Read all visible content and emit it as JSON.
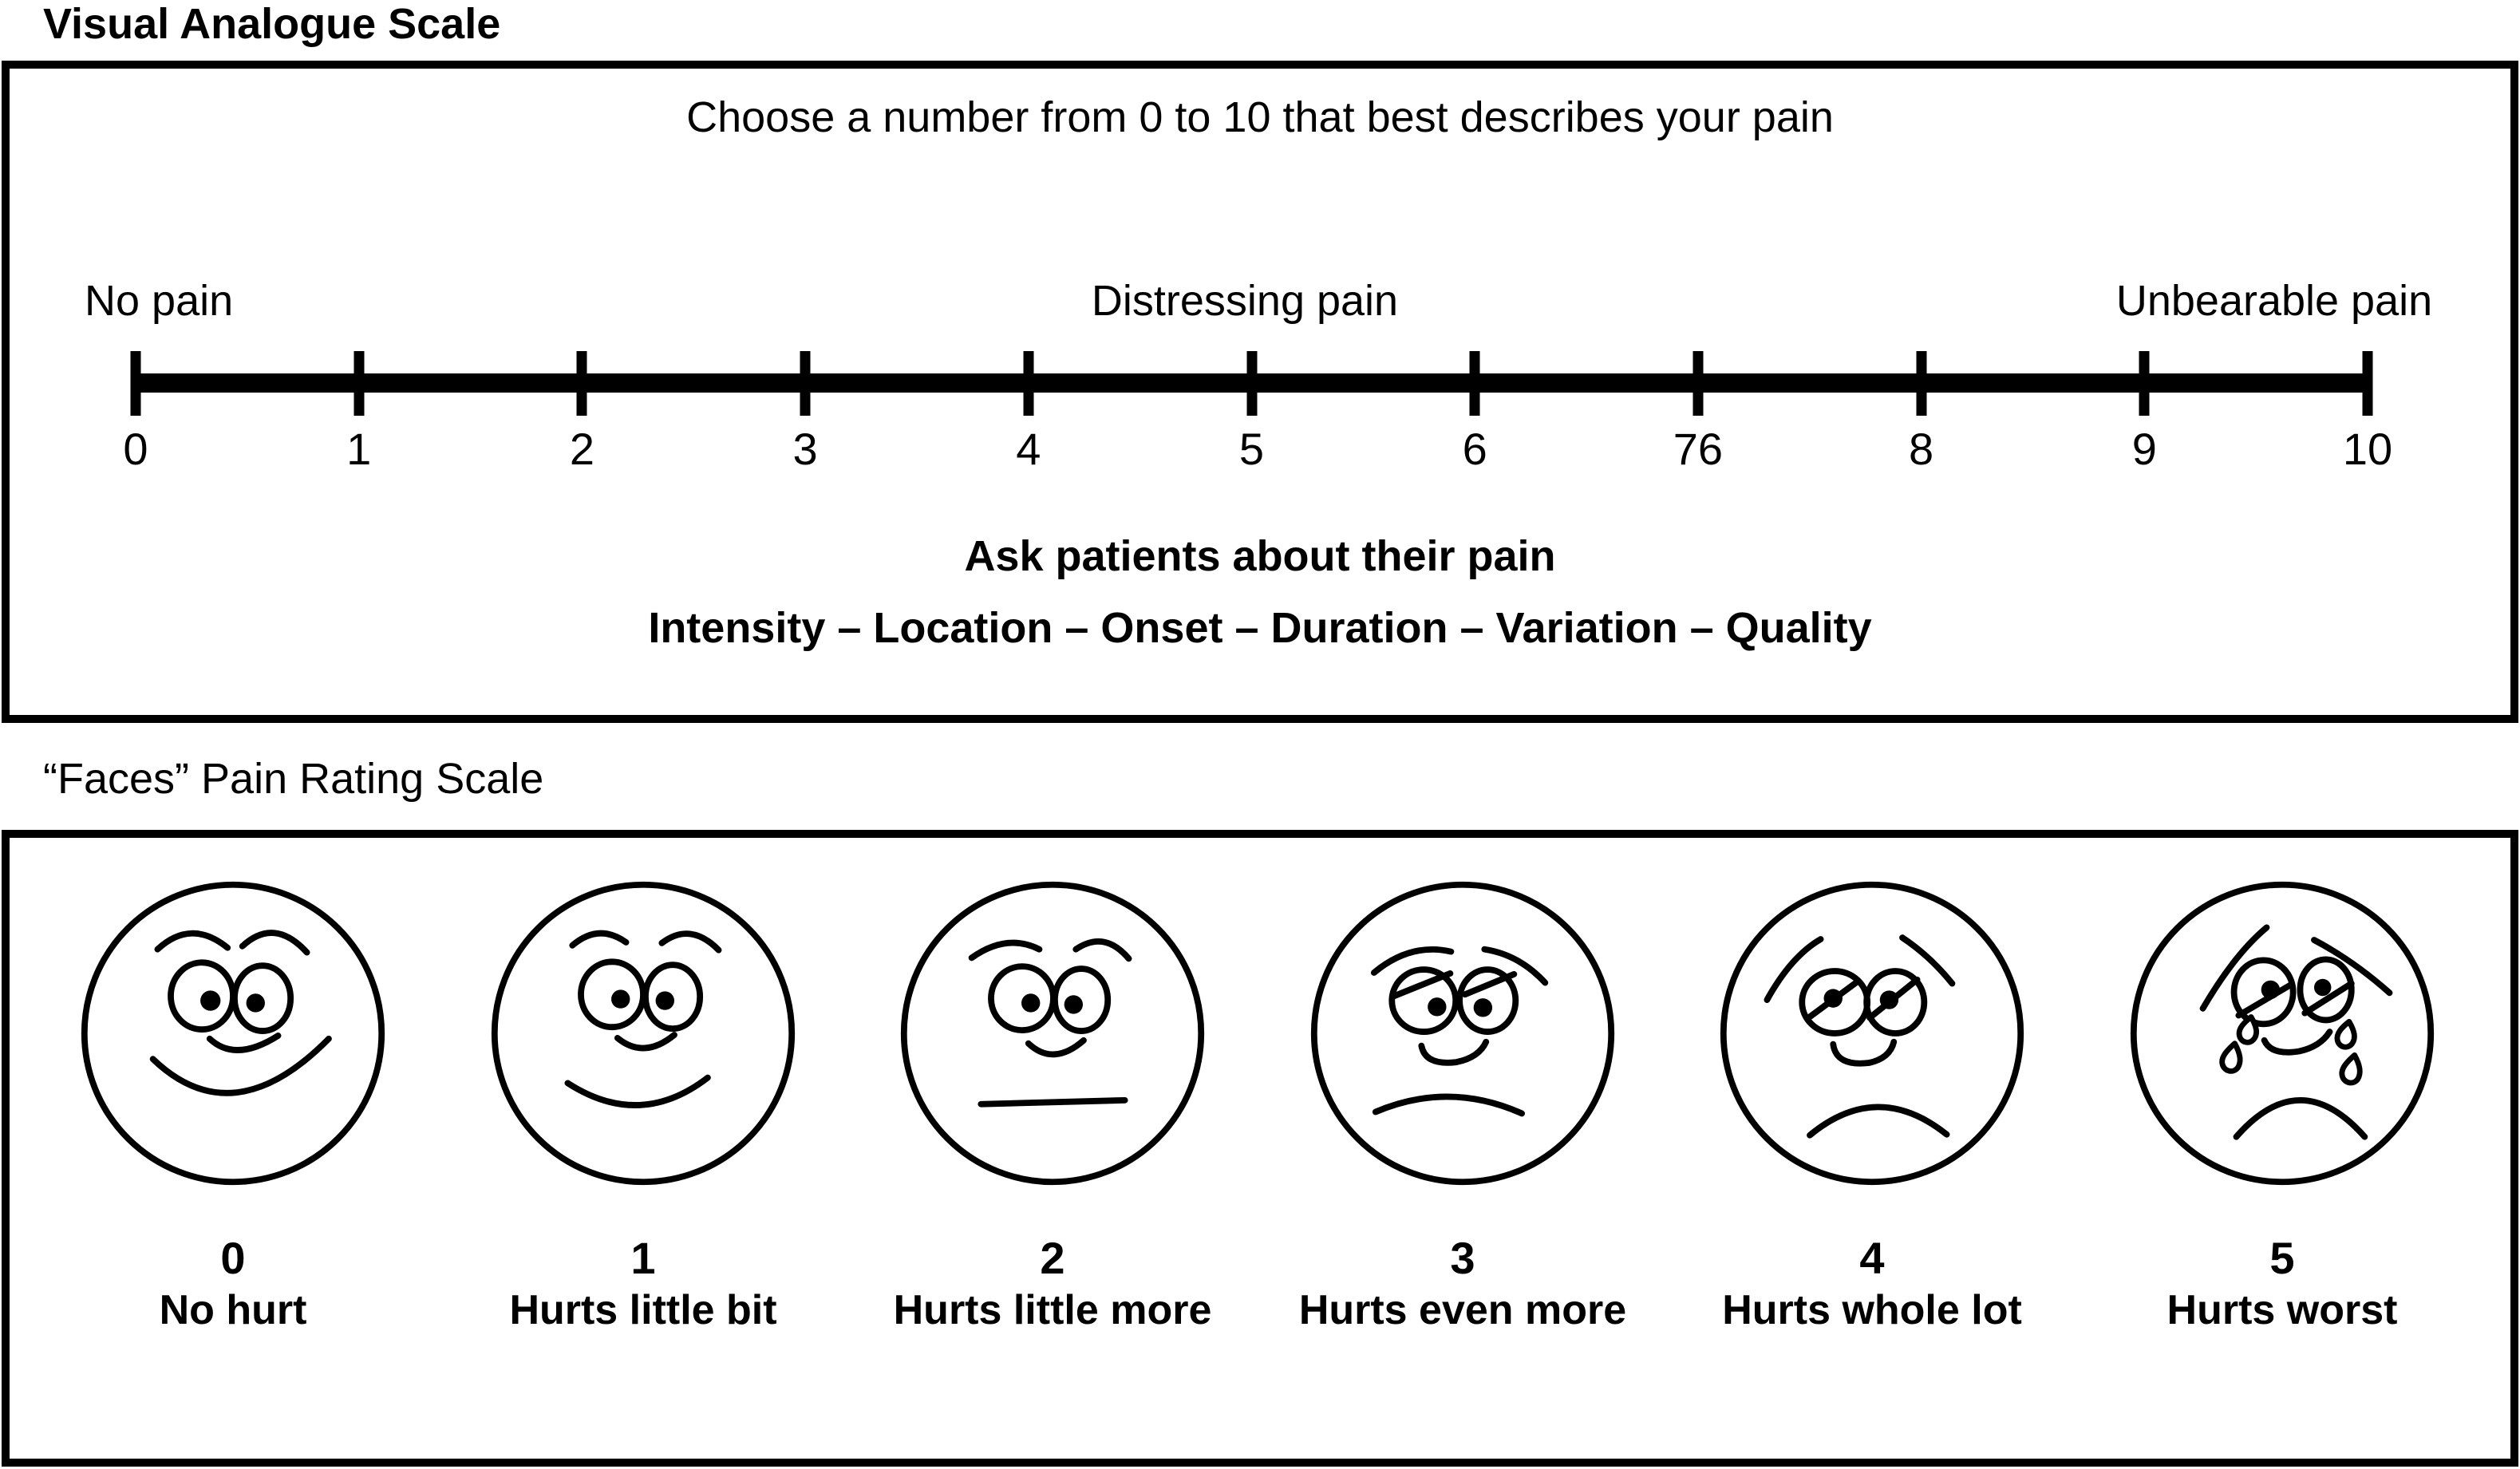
{
  "page": {
    "background": "#ffffff",
    "ink": "#000000"
  },
  "vas": {
    "title": "Visual Analogue Scale",
    "instruction": "Choose a number from 0 to 10 that best describes your pain",
    "anchor_left": "No pain",
    "anchor_middle": "Distressing pain",
    "anchor_right": "Unbearable pain",
    "tick_labels": [
      "0",
      "1",
      "2",
      "3",
      "4",
      "5",
      "6",
      "76",
      "8",
      "9",
      "10"
    ],
    "prompt_bold": "Ask patients about their pain",
    "dimensions": "Intensity – Location – Onset – Duration – Variation – Quality"
  },
  "faces_scale": {
    "title": "“Faces” Pain Rating Scale",
    "faces": [
      {
        "value": "0",
        "label": "No hurt",
        "expression": "very-happy"
      },
      {
        "value": "1",
        "label": "Hurts little bit",
        "expression": "happy"
      },
      {
        "value": "2",
        "label": "Hurts little more",
        "expression": "neutral"
      },
      {
        "value": "3",
        "label": "Hurts even more",
        "expression": "sad"
      },
      {
        "value": "4",
        "label": "Hurts whole lot",
        "expression": "very-sad"
      },
      {
        "value": "5",
        "label": "Hurts worst",
        "expression": "crying"
      }
    ]
  }
}
